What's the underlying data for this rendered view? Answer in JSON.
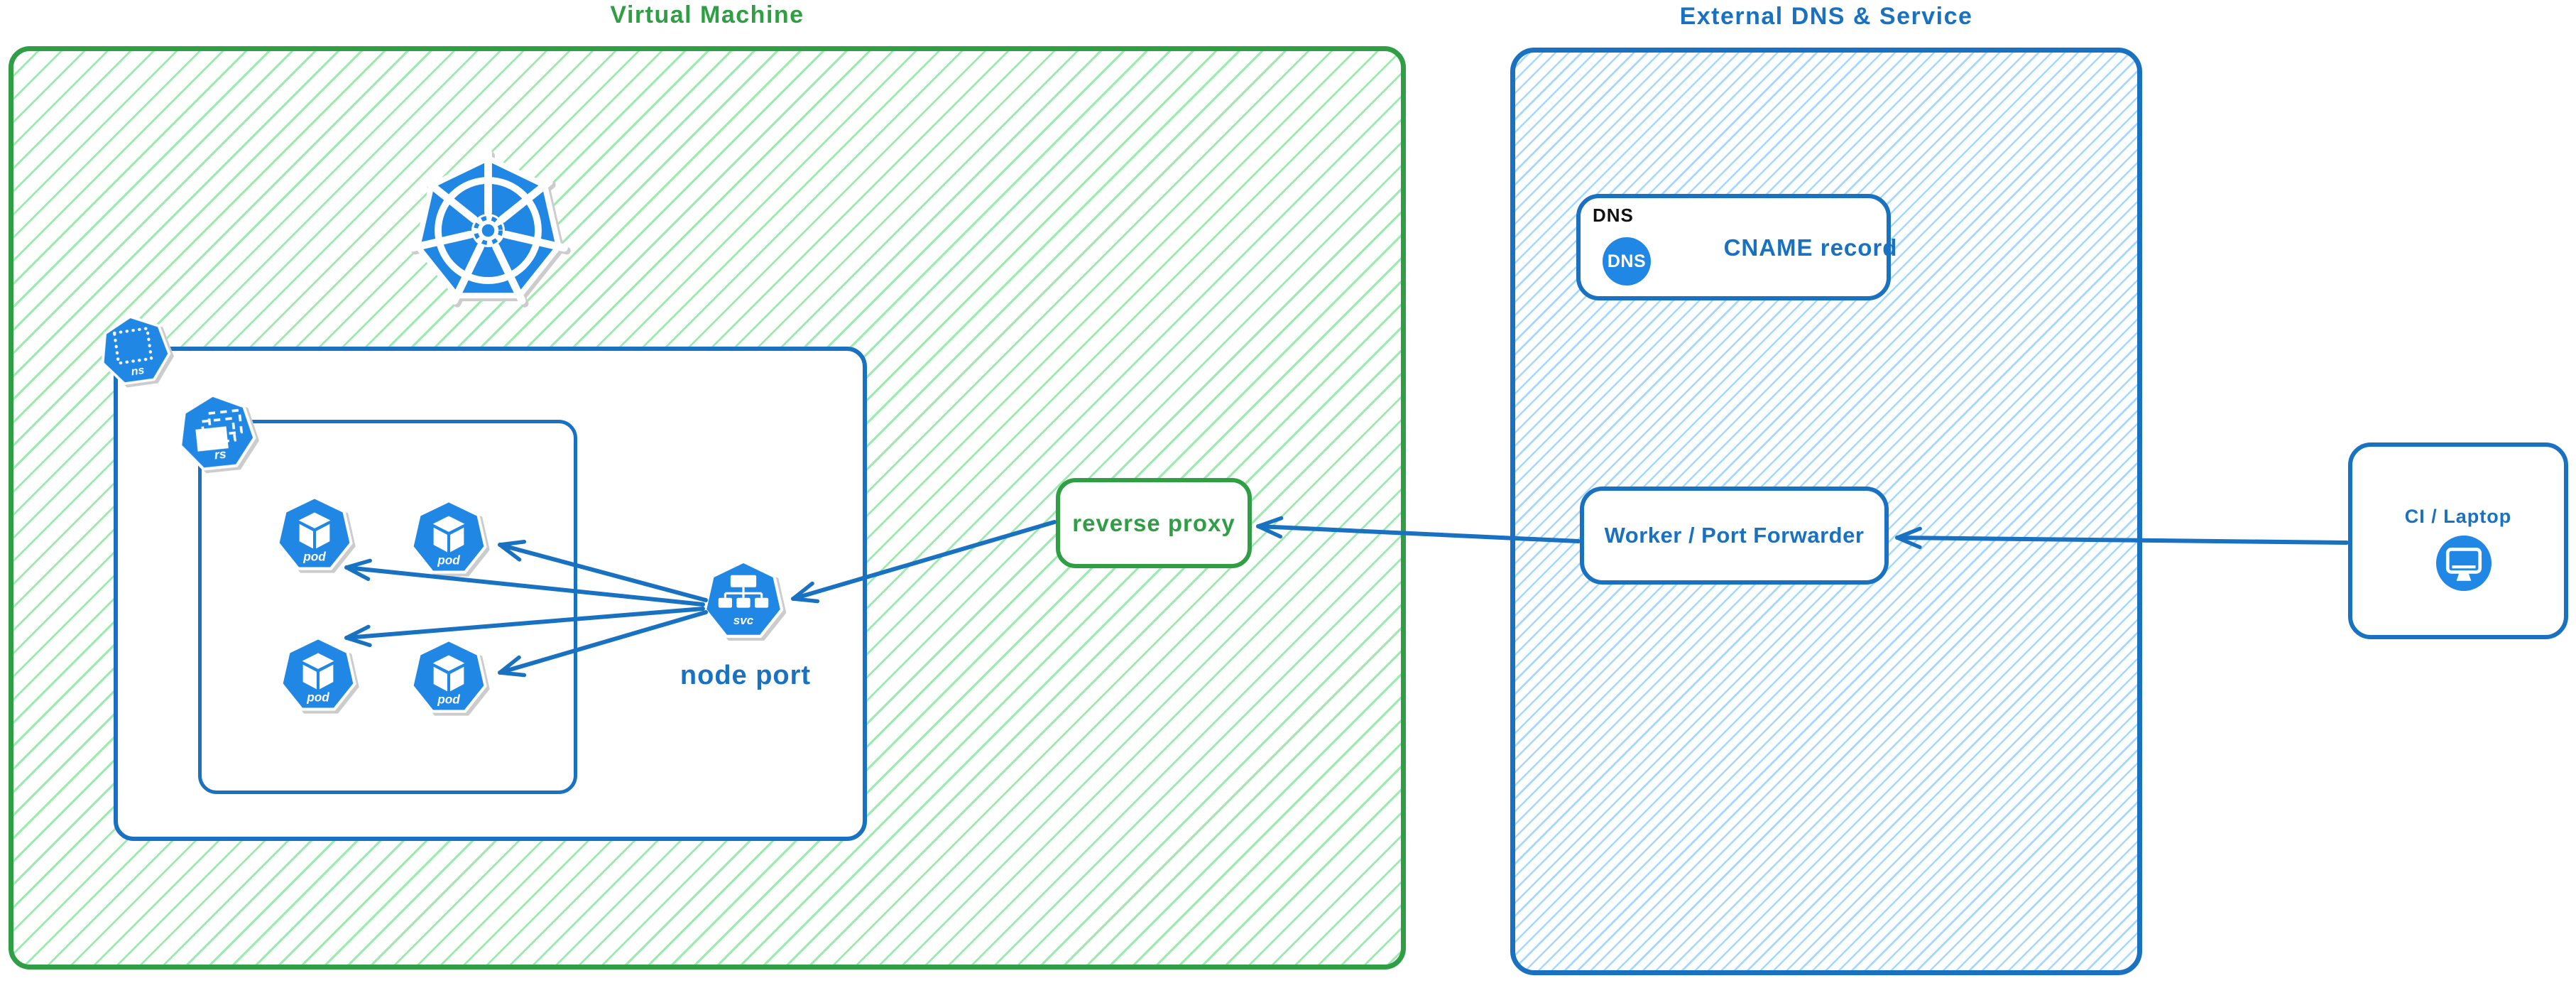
{
  "diagram": {
    "vm_region": {
      "title": "Virtual Machine"
    },
    "external_region": {
      "title": "External DNS & Service"
    },
    "kubernetes": {
      "namespace_label": "ns",
      "replicaset_label": "rs",
      "pod_label": "pod",
      "service_label": "svc",
      "node_port_label": "node port"
    },
    "reverse_proxy": {
      "label": "reverse proxy"
    },
    "dns_card": {
      "tag": "DNS",
      "badge": "DNS",
      "label": "CNAME record"
    },
    "worker_card": {
      "label": "Worker / Port Forwarder"
    },
    "ci_card": {
      "label": "CI / Laptop"
    }
  },
  "colors": {
    "green_stroke": "#2f9e44",
    "green_hatch": "#9deaae",
    "blue_stroke": "#1971c2",
    "blue_hatch": "#a5d8ff",
    "icon_blue": "#2088e4",
    "ink": "#111111"
  }
}
